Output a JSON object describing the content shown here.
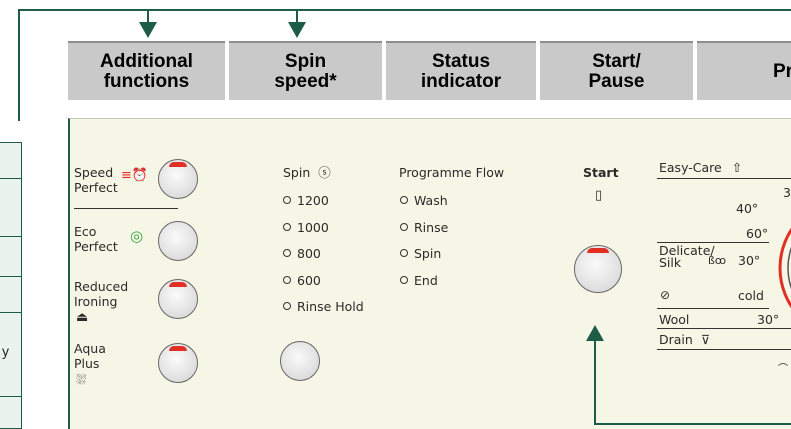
{
  "headers": {
    "additional": "Additional\nfunctions",
    "spin": "Spin\nspeed*",
    "status": "Status\nindicator",
    "start": "Start/\nPause",
    "programme": "Pr"
  },
  "side": {
    "cut_letter": "y"
  },
  "additional_functions": [
    {
      "label": "Speed\nPerfect",
      "icon": "clock-speed-icon",
      "icon_glyph": "≡⏰",
      "has_mark": true
    },
    {
      "label": "Eco\nPerfect",
      "icon": "eco-leaf-icon",
      "icon_glyph": "◎",
      "has_mark": false
    },
    {
      "label": "Reduced\nIroning",
      "icon": "iron-icon",
      "icon_glyph": "⏏",
      "has_mark": true
    },
    {
      "label": "Aqua\nPlus",
      "icon": "water-plus-icon",
      "icon_glyph": "⛆",
      "has_mark": true
    }
  ],
  "spin": {
    "title": "Spin",
    "icon_glyph": "ⓢ",
    "options": [
      "1200",
      "1000",
      "800",
      "600",
      "Rinse Hold"
    ]
  },
  "status": {
    "title": "Programme Flow",
    "items": [
      "Wash",
      "Rinse",
      "Spin",
      "End"
    ]
  },
  "start": {
    "label": "Start",
    "indicator": "▯"
  },
  "programmes": {
    "easy_care": "Easy-Care",
    "easy_care_icon": "⇧",
    "temps": [
      "3",
      "40°",
      "60°"
    ],
    "delicate": "Delicate/\nSilk",
    "delicate_temp": "30°",
    "cold": "cold",
    "wool": "Wool",
    "wool_temp": "30°",
    "drain": "Drain",
    "drain_icon": "⊽"
  },
  "colors": {
    "frame": "#1f5c47",
    "accent": "#e03024",
    "panel": "#f6f6e6",
    "header": "#c9c9c9"
  }
}
